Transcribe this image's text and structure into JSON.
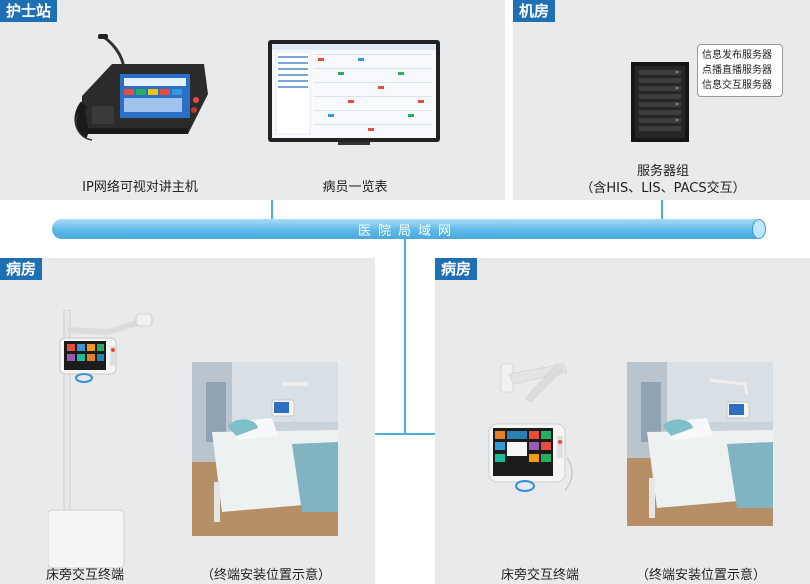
{
  "nurse_station": {
    "title": "护士站",
    "intercom_caption": "IP网络可视对讲主机",
    "display_caption": "病员一览表"
  },
  "machine_room": {
    "title": "机房",
    "servers": [
      "信息发布服务器",
      "点播直播服务器",
      "信息交互服务器"
    ],
    "caption_line1": "服务器组",
    "caption_line2": "（含HIS、LIS、PACS交互）"
  },
  "network": {
    "label": "医院局域网"
  },
  "ward_left": {
    "title": "病房",
    "terminal_caption": "床旁交互终端",
    "install_caption": "（终端安装位置示意）"
  },
  "ward_right": {
    "title": "病房",
    "terminal_caption": "床旁交互终端",
    "install_caption": "（终端安装位置示意）"
  },
  "colors": {
    "tag_blue": "#1f6fb5",
    "bus_blue": "#5fb9e9",
    "panel_gray": "#e9eaec"
  }
}
